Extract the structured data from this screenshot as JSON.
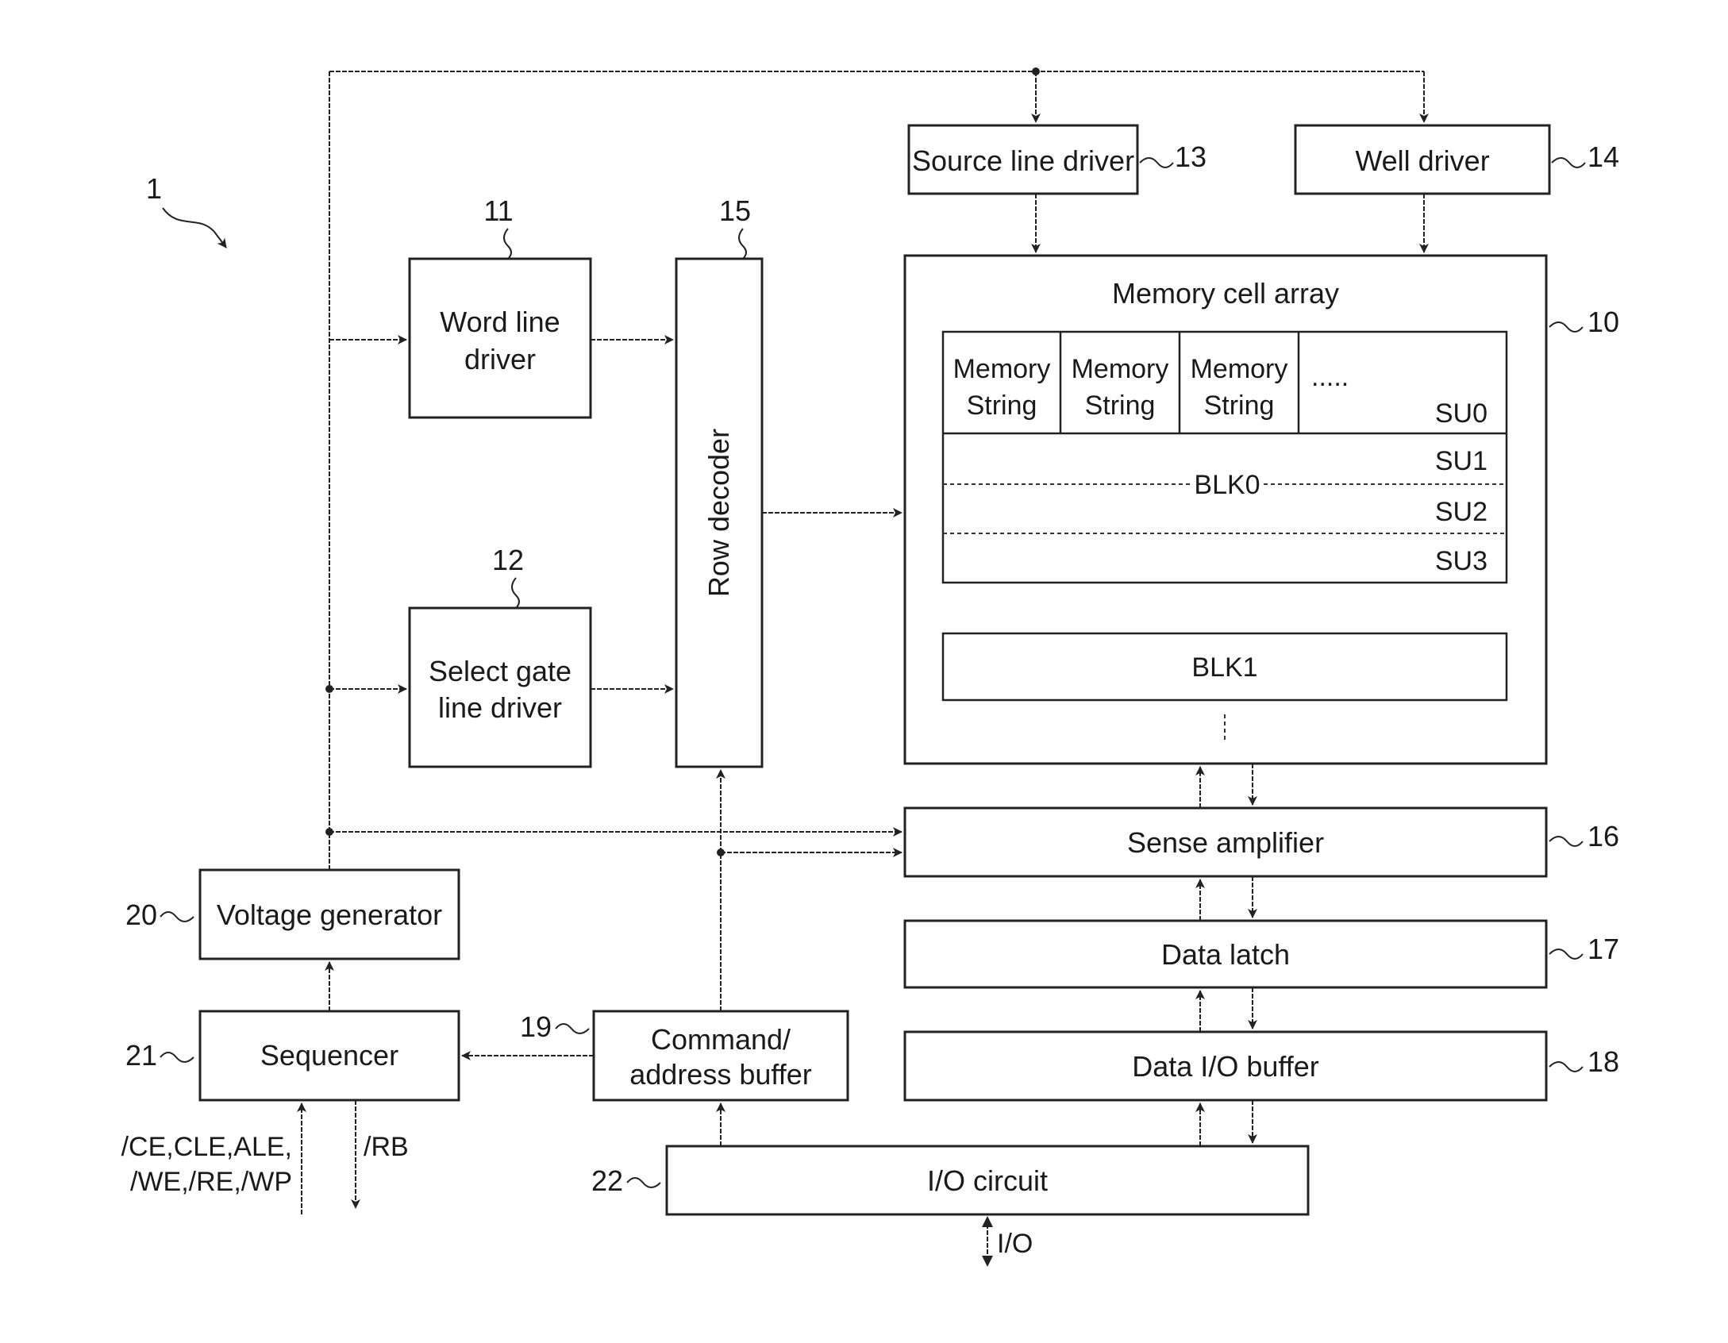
{
  "figure_ref": "1",
  "blocks": {
    "memory_cell_array": {
      "ref": "10",
      "title": "Memory cell array"
    },
    "word_line_driver": {
      "ref": "11",
      "line1": "Word line",
      "line2": "driver"
    },
    "select_gate_line_driver": {
      "ref": "12",
      "line1": "Select gate",
      "line2": "line driver"
    },
    "source_line_driver": {
      "ref": "13",
      "label": "Source line driver"
    },
    "well_driver": {
      "ref": "14",
      "label": "Well driver"
    },
    "row_decoder": {
      "ref": "15",
      "label": "Row decoder"
    },
    "sense_amplifier": {
      "ref": "16",
      "label": "Sense amplifier"
    },
    "data_latch": {
      "ref": "17",
      "label": "Data latch"
    },
    "data_io_buffer": {
      "ref": "18",
      "label": "Data I/O buffer"
    },
    "command_address_buffer": {
      "ref": "19",
      "line1": "Command/",
      "line2": "address buffer"
    },
    "voltage_generator": {
      "ref": "20",
      "label": "Voltage generator"
    },
    "sequencer": {
      "ref": "21",
      "label": "Sequencer"
    },
    "io_circuit": {
      "ref": "22",
      "label": "I/O circuit"
    }
  },
  "array": {
    "memory_string_line1": "Memory",
    "memory_string_line2": "String",
    "ellipsis": ".....",
    "su0": "SU0",
    "su1": "SU1",
    "su2": "SU2",
    "su3": "SU3",
    "blk0": "BLK0",
    "blk1": "BLK1"
  },
  "signals": {
    "control_line1": "/CE,CLE,ALE,",
    "control_line2": "/WE,/RE,/WP",
    "rb": "/RB",
    "io": "I/O"
  }
}
